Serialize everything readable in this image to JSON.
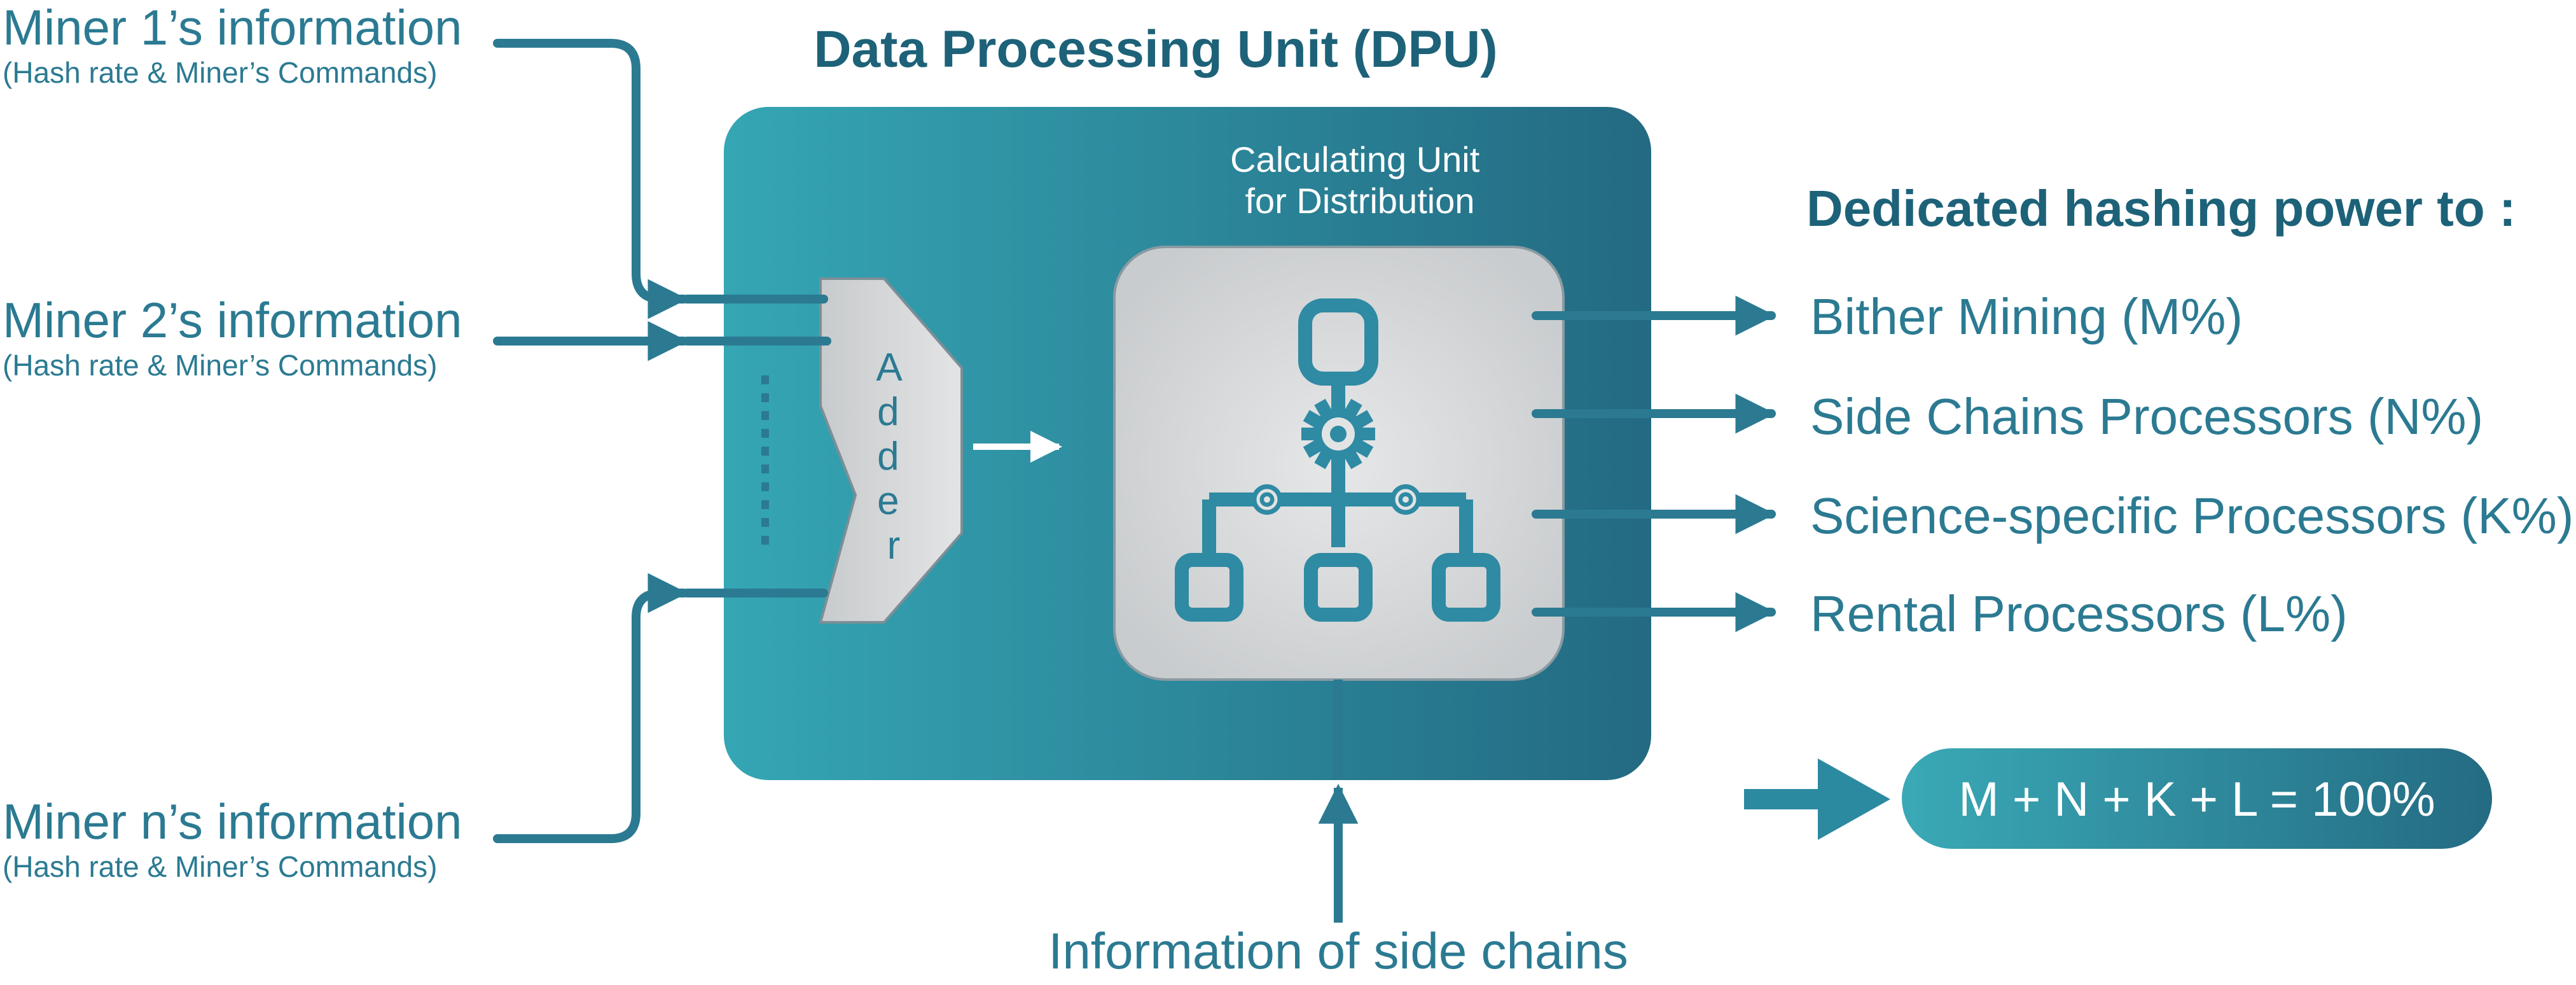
{
  "title": "Data Processing Unit (DPU)",
  "inputs": [
    {
      "label": "Miner 1’s information",
      "sub": "(Hash rate & Miner’s Commands)"
    },
    {
      "label": "Miner 2’s information",
      "sub": "(Hash rate & Miner’s Commands)"
    },
    {
      "label": "Miner n’s information",
      "sub": "(Hash rate & Miner’s Commands)"
    }
  ],
  "adder_letters": [
    "A",
    "d",
    "d",
    "e",
    "r"
  ],
  "calc_unit_label": [
    "Calculating Unit",
    "for Distribution"
  ],
  "outputs_heading": "Dedicated hashing power to :",
  "outputs": [
    "Bither Mining (M%)",
    "Side Chains Processors (N%)",
    "Science-specific Processors (K%)",
    "Rental Processors (L%)"
  ],
  "equation": "M + N + K + L = 100%",
  "side_chains_label": "Information of side chains",
  "colors": {
    "teal": "#3aa3b3",
    "dark_teal": "#1f6a80",
    "title_text": "#1d6278",
    "label_text": "#2b7a92",
    "gray_panel": "#d6d8da",
    "icon": "#2f8aa3"
  },
  "icons": [
    "gear-icon",
    "flowchart-icon"
  ]
}
